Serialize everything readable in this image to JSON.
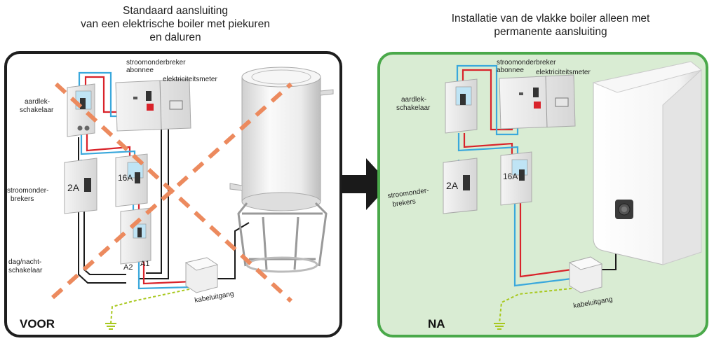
{
  "left_panel": {
    "title_line1": "Standaard aansluiting",
    "title_line2": "van een elektrische boiler met piekuren",
    "title_line3": "en daluren",
    "labels": {
      "breaker_subscriber_1": "stroomonderbreker",
      "breaker_subscriber_2": "abonnee",
      "meter": "elektriciteitsmeter",
      "earth_switch_1": "aardlek-",
      "earth_switch_2": "schakelaar",
      "breakers_1": "stroomonder-",
      "breakers_2": "brekers",
      "daynight_1": "dag/nacht-",
      "daynight_2": "schakelaar",
      "cable_exit": "kabeluitgang",
      "breaker_2a": "2A",
      "breaker_16a": "16A",
      "contact_a1": "A1",
      "contact_a2": "A2"
    },
    "badge": "VOOR",
    "border_color": "#1e1e1e"
  },
  "right_panel": {
    "title_line1": "Installatie van de vlakke boiler alleen met",
    "title_line2": "permanente aansluiting",
    "labels": {
      "breaker_subscriber_1": "stroomonderbreker",
      "breaker_subscriber_2": "abonnee",
      "meter": "elektriciteitsmeter",
      "earth_switch_1": "aardlek-",
      "earth_switch_2": "schakelaar",
      "breakers_1": "stroomonder-",
      "breakers_2": "brekers",
      "cable_exit": "kabeluitgang",
      "breaker_2a": "2A",
      "breaker_16a": "16A"
    },
    "badge": "NA",
    "border_color": "#4aa94a",
    "fill_color": "#d9ecd3"
  },
  "colors": {
    "wire_red": "#d9232a",
    "wire_blue": "#3aa8dc",
    "wire_black": "#1a1a1a",
    "earth_green": "#a8c81e",
    "cross_orange": "#ec8a5e",
    "arrow": "#1a1a1a"
  }
}
